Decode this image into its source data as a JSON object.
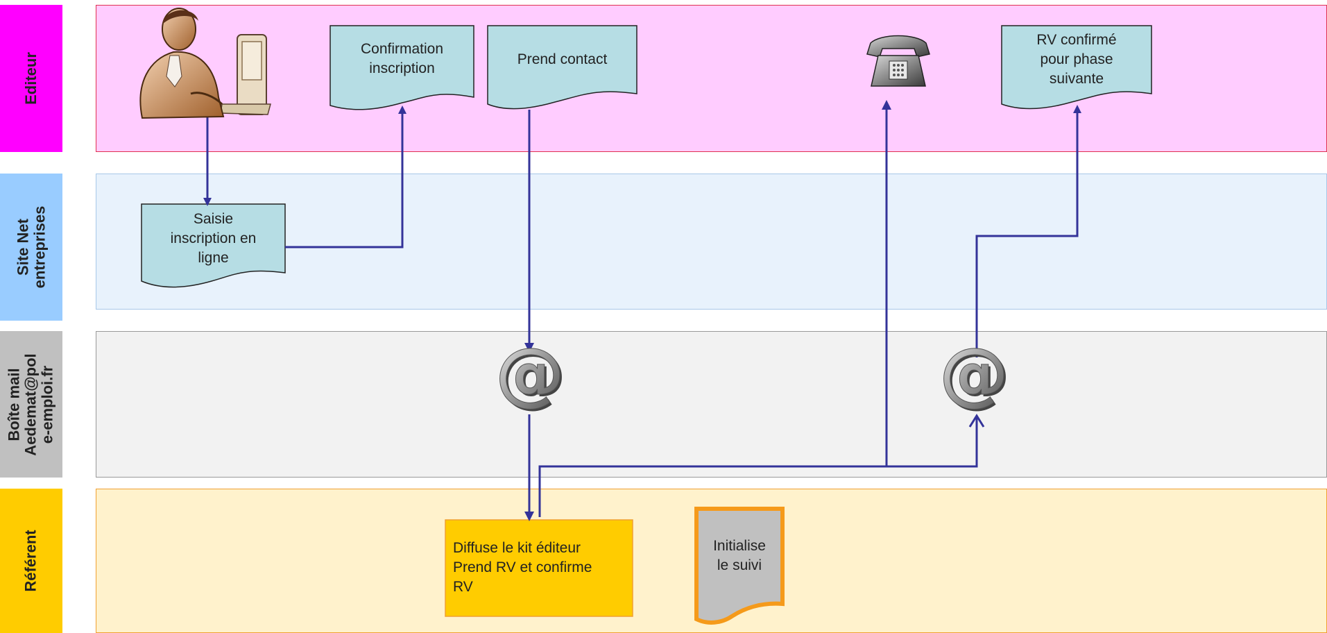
{
  "lanes": [
    {
      "label": "Editeur",
      "color": "#ff00ff",
      "bg": "#ffccff",
      "border": "#e03050"
    },
    {
      "label": "Site Net\nentreprises",
      "color": "#99ccff",
      "bg": "#e8f2fc",
      "border": "#a8c8e8"
    },
    {
      "label": "Boîte mail\nAedemat@pol\ne-emploi.fr",
      "color": "#c0c0c0",
      "bg": "#f2f2f2",
      "border": "#999999"
    },
    {
      "label": "Référent",
      "color": "#ffcc00",
      "bg": "#fff2cc",
      "border": "#f0a030"
    }
  ],
  "nodes": {
    "confirmation": "Confirmation\ninscription",
    "prend_contact": "Prend contact",
    "rv_confirme": "RV confirmé\npour phase\nsuivante",
    "saisie": "Saisie\ninscription en\nligne",
    "diffuse": "Diffuse le kit éditeur\nPrend RV et confirme\nRV",
    "initialise": "Initialise\nle suivi"
  },
  "icons": {
    "user": "person-at-computer-icon",
    "phone": "telephone-icon",
    "email": "at-sign-email-icon"
  },
  "colors": {
    "document_fill": "#b6dde4",
    "arrow": "#333399",
    "process_fill": "#ffcc00",
    "process_border": "#f0a030",
    "doc_gray_fill": "#c0c0c0",
    "doc_gray_border": "#f59a1a"
  }
}
